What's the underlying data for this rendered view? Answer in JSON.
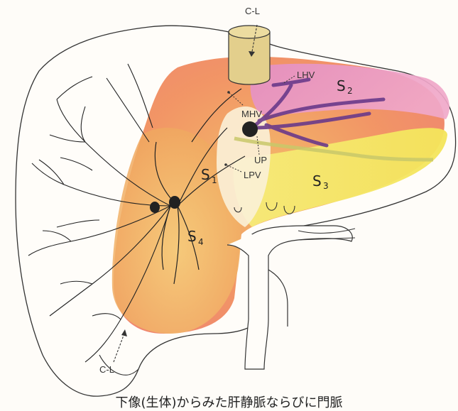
{
  "labels": {
    "cl_top": "C-L",
    "cl_bottom": "C-L",
    "lhv": "LHV",
    "mhv": "MHV",
    "up": "UP",
    "lpv": "LPV"
  },
  "segments": {
    "s2": {
      "main": "S",
      "sub": "2"
    },
    "s3": {
      "main": "S",
      "sub": "3"
    },
    "s1": {
      "main": "S",
      "sub": "1"
    },
    "s4": {
      "main": "S",
      "sub": "4"
    }
  },
  "caption": "下像(生体)からみた肝静脈ならびに門脈"
}
